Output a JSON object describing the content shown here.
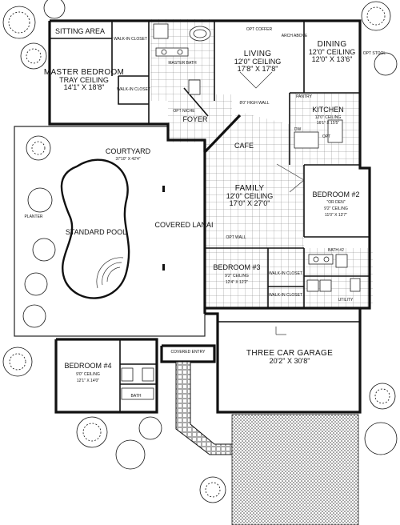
{
  "rooms": {
    "sitting": {
      "name": "SITTING AREA"
    },
    "master": {
      "name": "MASTER BEDROOM",
      "ceiling": "TRAY CEILING",
      "dims": "14'1\" X 18'8\""
    },
    "walkin1": {
      "name": "WALK-IN CLOSET"
    },
    "walkin2": {
      "name": "WALK-IN CLOSET"
    },
    "master_bath": {
      "name": "MASTER BATH"
    },
    "living": {
      "top_note": "OPT COFFER",
      "name": "LIVING",
      "ceiling": "12'0\" CEILING",
      "dims": "17'8\" X 17'8\""
    },
    "dining": {
      "name": "DINING",
      "ceiling": "12'0\" CEILING",
      "dims": "12'0\" X 13'6\""
    },
    "foyer": {
      "name": "FOYER",
      "note": "OPT STOOL"
    },
    "arch": {
      "name": "ARCH ABOVE"
    },
    "kitchen": {
      "name": "KITCHEN",
      "ceiling": "12'0\" CEILING",
      "dims": "16'1\" X 15'5\""
    },
    "pantry": {
      "name": "PANTRY"
    },
    "courtyard": {
      "name": "COURTYARD",
      "dims": "37'10\" X 42'4\""
    },
    "pool": {
      "name": "STANDARD POOL",
      "planter": "PLANTER"
    },
    "lanai": {
      "name": "COVERED LANAI"
    },
    "cafe": {
      "name": "CAFE"
    },
    "family": {
      "name": "FAMILY",
      "ceiling": "12'0\" CEILING",
      "dims": "17'0\" X 27'0\""
    },
    "bed2": {
      "name": "BEDROOM #2",
      "alt": "\"OR DEN\"",
      "ceiling": "9'2\" CEILING",
      "dims": "11'0\" X 13'7\""
    },
    "bed3": {
      "name": "BEDROOM #3",
      "ceiling": "9'2\" CEILING",
      "dims": "12'4\" X 12'2\""
    },
    "walkin3": {
      "name": "WALK-IN CLOSET"
    },
    "walkin4": {
      "name": "WALK-IN CLOSET"
    },
    "bath2": {
      "name": "BATH #2"
    },
    "utility": {
      "name": "UTILITY"
    },
    "bed4": {
      "name": "BEDROOM #4",
      "ceiling": "9'0\" CEILING",
      "dims": "12'1\" X 14'0\""
    },
    "bath3": {
      "name": "BATH"
    },
    "entry": {
      "name": "COVERED ENTRY"
    },
    "garage": {
      "name": "THREE CAR GARAGE",
      "dims": "20'2\" X 30'8\""
    }
  },
  "notes": {
    "opt_niche": "OPT NICHE",
    "opt_wall": "OPT WALL",
    "wall_8ft": "8'0\" HIGH WALL",
    "opt": "OPT",
    "dw": "DW"
  }
}
